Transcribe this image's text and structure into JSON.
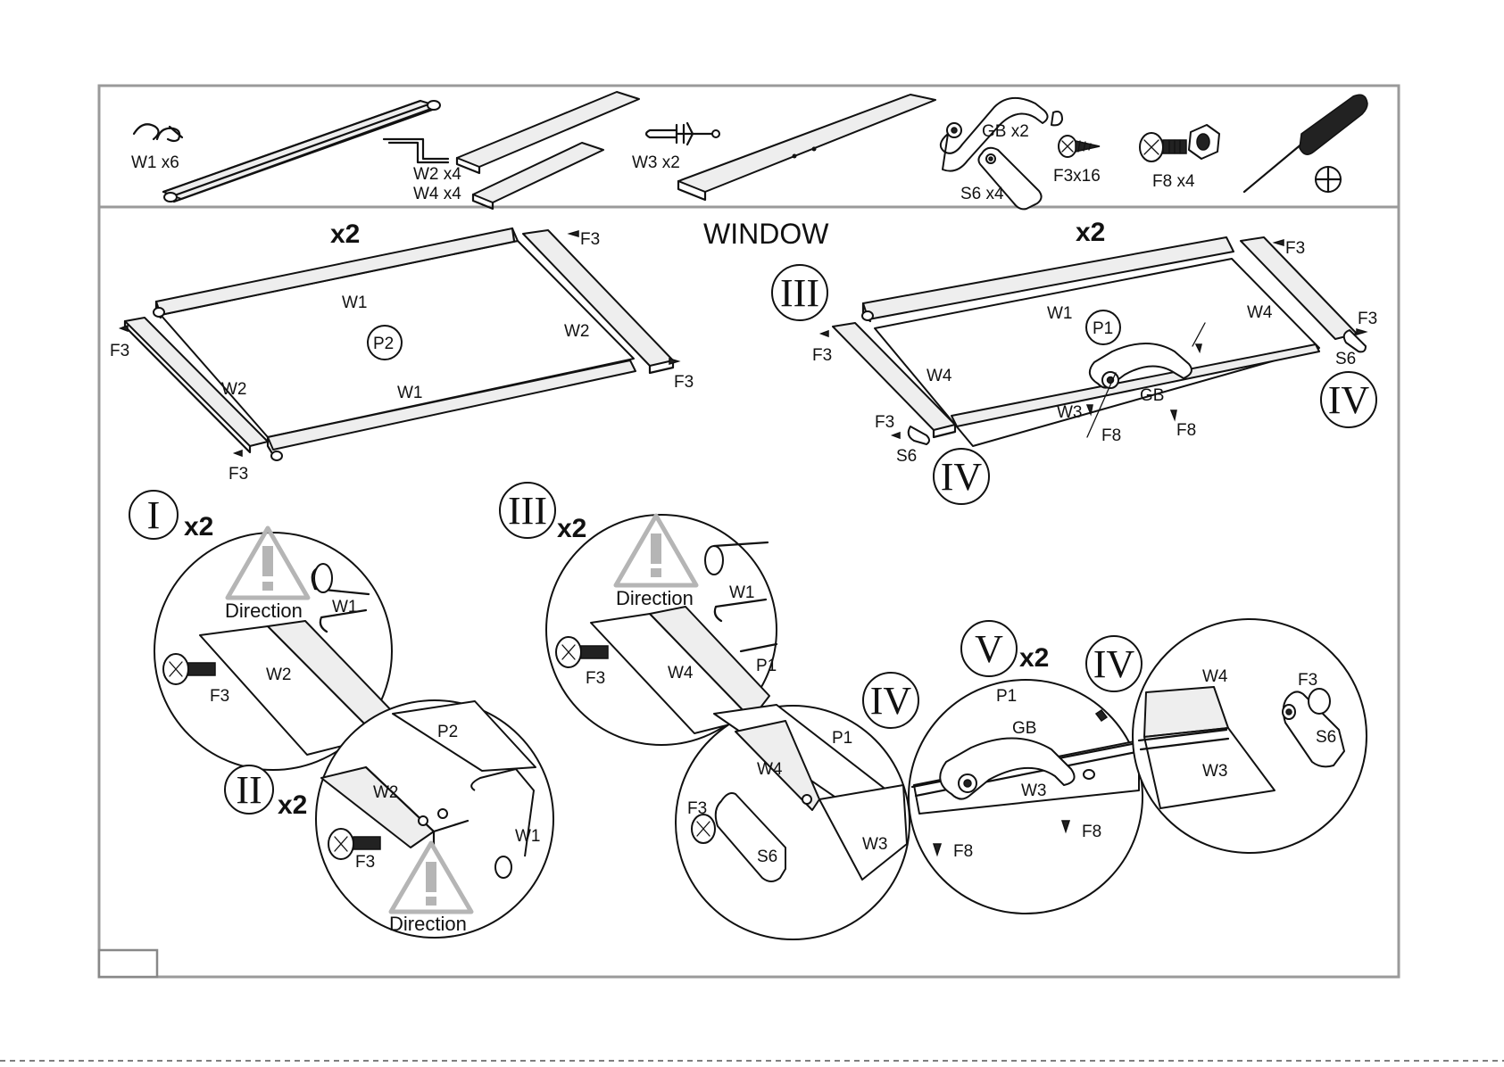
{
  "parts": {
    "w1": "W1 x6",
    "w2": "W2 x4",
    "w4": "W4 x4",
    "w3": "W3 x2",
    "gb": "GB x2",
    "s6": "S6 x4",
    "f3": "F3x16",
    "f8": "F8 x4"
  },
  "assembly": {
    "title": "WINDOW",
    "left_qty": "x2",
    "right_qty": "x2",
    "labels": {
      "w1": "W1",
      "w2": "W2",
      "w3": "W3",
      "w4": "W4",
      "p1": "P1",
      "p2": "P2",
      "f3": "F3",
      "f8": "F8",
      "s6": "S6",
      "gb": "GB"
    }
  },
  "steps": {
    "one": {
      "numeral": "I",
      "qty": "x2"
    },
    "two": {
      "numeral": "II",
      "qty": "x2"
    },
    "three": {
      "numeral": "III",
      "qty": "x2"
    },
    "four": {
      "numeral": "IV"
    },
    "five": {
      "numeral": "V",
      "qty": "x2"
    }
  },
  "warning": {
    "text": "Direction"
  },
  "icons": [
    "screwdriver-icon",
    "phillips-head-icon",
    "warning-triangle-icon"
  ]
}
